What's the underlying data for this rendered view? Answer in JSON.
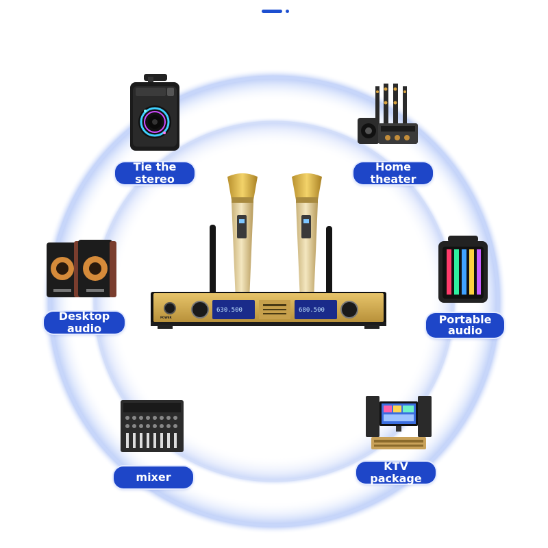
{
  "labels": {
    "tie_the_stereo": "Tie the stereo",
    "home_theater": "Home theater",
    "desktop_audio": "Desktop audio",
    "portable_audio_line1": "Portable",
    "portable_audio_line2": "audio",
    "mixer": "mixer",
    "ktv_package": "KTV package"
  },
  "receiver": {
    "display_left": "630.500",
    "display_right": "680.500",
    "power_label": "POWER"
  },
  "colors": {
    "label_bg": "#1e46c8",
    "ring": "#b9cbf7",
    "gold": "#d8b15a"
  }
}
